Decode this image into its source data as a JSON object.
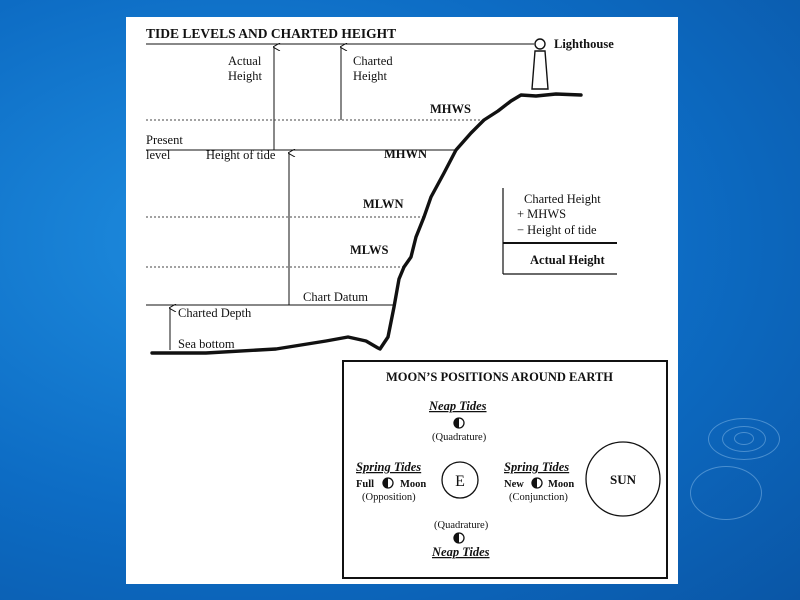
{
  "background": {
    "color": "#0d6cc4"
  },
  "diagram": {
    "title": "TIDE LEVELS AND CHARTED HEIGHT",
    "lighthouse": "Lighthouse",
    "actual_height": [
      "Actual",
      "Height"
    ],
    "charted_height": [
      "Charted",
      "Height"
    ],
    "present_level": [
      "Present",
      "level"
    ],
    "height_of_tide": "Height of tide",
    "levels": {
      "mhws": "MHWS",
      "mhwn": "MHWN",
      "mlwn": "MLWN",
      "mlws": "MLWS"
    },
    "chart_datum": "Chart Datum",
    "charted_depth": "Charted Depth",
    "sea_bottom": "Sea bottom",
    "formula": {
      "line1": "Charted Height",
      "line2": "+ MHWS",
      "line3": "− Height of tide",
      "result": "Actual Height"
    }
  },
  "moon_box": {
    "title": "MOON’S POSITIONS AROUND EARTH",
    "neap_top": "Neap Tides",
    "quadrature_top": "(Quadrature)",
    "spring_left": "Spring Tides",
    "full": "Full",
    "moon_left": "Moon",
    "opposition": "(Opposition)",
    "earth": "E",
    "spring_right": "Spring Tides",
    "new": "New",
    "moon_right": "Moon",
    "conjunction": "(Conjunction)",
    "sun": "SUN",
    "quadrature_bottom": "(Quadrature)",
    "neap_bottom": "Neap Tides"
  }
}
